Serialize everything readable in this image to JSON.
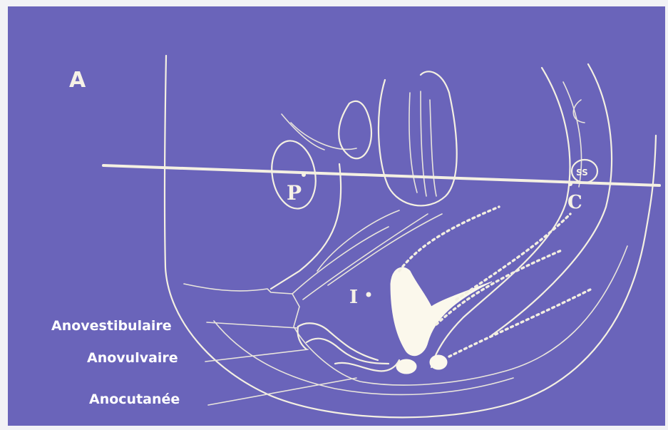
{
  "figure": {
    "panel_letter": "A",
    "marker_P": "P",
    "marker_C": "C",
    "marker_SS": "SS",
    "marker_I": "I",
    "labels": {
      "anovestibulaire": "Anovestibulaire",
      "anovulvaire": "Anovulvaire",
      "anocutanee": "Anocutanée"
    }
  },
  "colors": {
    "background": "#6a64ba",
    "line": "#f4f0e2",
    "frame": "#f2f2f6"
  }
}
